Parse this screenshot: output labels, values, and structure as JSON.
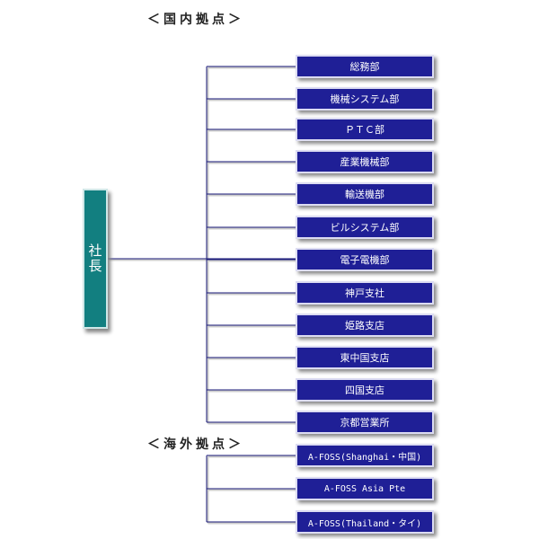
{
  "domestic": {
    "title": "＜国内拠点＞",
    "items": [
      {
        "label": "総務部"
      },
      {
        "label": "機械システム部"
      },
      {
        "label": "ＰＴＣ部"
      },
      {
        "label": "産業機械部"
      },
      {
        "label": "輸送機部"
      },
      {
        "label": "ビルシステム部"
      },
      {
        "label": "電子電機部"
      },
      {
        "label": "神戸支社"
      },
      {
        "label": "姫路支店"
      },
      {
        "label": "東中国支店"
      },
      {
        "label": "四国支店"
      },
      {
        "label": "京都営業所"
      }
    ]
  },
  "overseas": {
    "title": "＜海外拠点＞",
    "items": [
      {
        "label": "A-FOSS(Shanghai・中国)"
      },
      {
        "label": "A-FOSS Asia Pte"
      },
      {
        "label": "A-FOSS(Thailand・タイ)"
      }
    ]
  },
  "president": {
    "label": "社長"
  },
  "colors": {
    "box": "#1f1f96",
    "president": "#127f80",
    "line": "#1a1a7a"
  }
}
